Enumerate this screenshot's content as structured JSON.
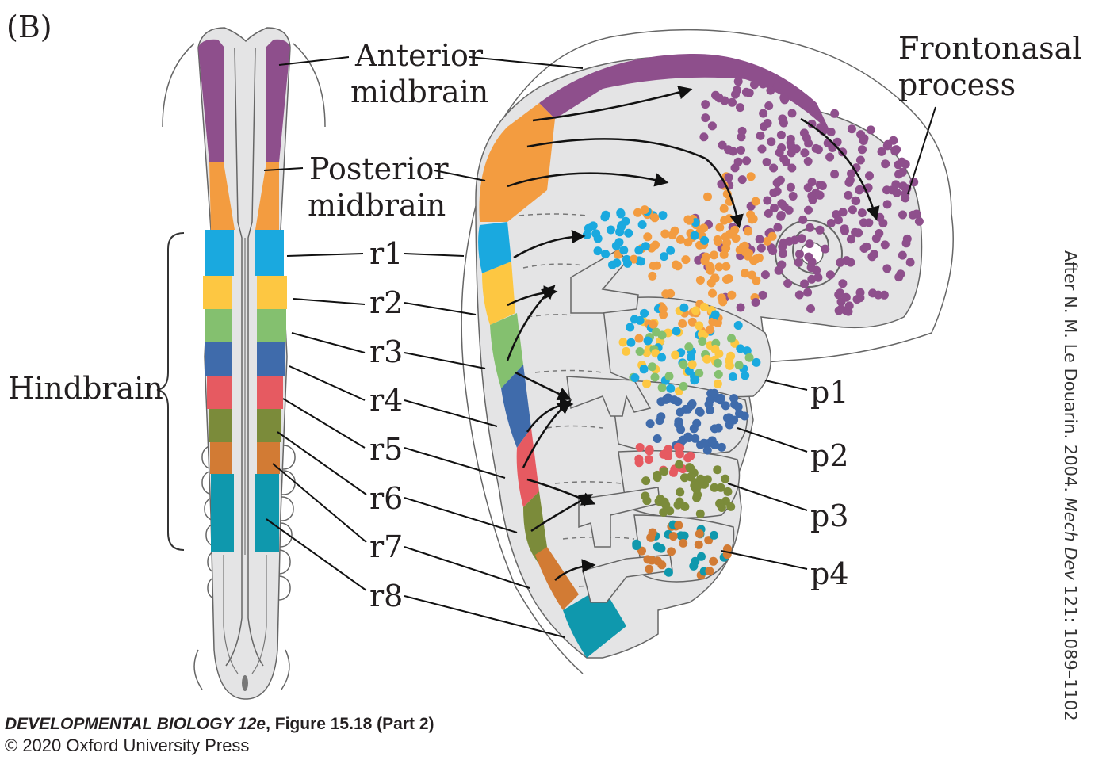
{
  "panel_label": "(B)",
  "labels": {
    "anterior_midbrain": [
      "Anterior",
      "midbrain"
    ],
    "posterior_midbrain": [
      "Posterior",
      "midbrain"
    ],
    "frontonasal": [
      "Frontonasal",
      "process"
    ],
    "hindbrain": "Hindbrain",
    "rhombomeres": [
      "r1",
      "r2",
      "r3",
      "r4",
      "r5",
      "r6",
      "r7",
      "r8"
    ],
    "pharyngeal_arches": [
      "p1",
      "p2",
      "p3",
      "p4"
    ]
  },
  "credit": {
    "prefix": "After N. M. Le Douarin. 2004. ",
    "journal": "Mech Dev",
    "suffix": " 121: 1089–1102"
  },
  "caption": {
    "book": "DEVELOPMENTAL BIOLOGY 12e",
    "figure": ", Figure 15.18 (Part 2)",
    "copyright": "© 2020 Oxford University Press"
  },
  "colors": {
    "anterior_midbrain": "#8e4f8c",
    "posterior_midbrain": "#f39c40",
    "r1": "#1aa9df",
    "r2": "#fdc742",
    "r3": "#84c06f",
    "r4": "#3f6bab",
    "r5": "#e65a61",
    "r6": "#7b8b3a",
    "r7": "#d27b34",
    "r8": "#0f98ad",
    "tissue": "#e4e4e5",
    "outline": "#555555"
  }
}
